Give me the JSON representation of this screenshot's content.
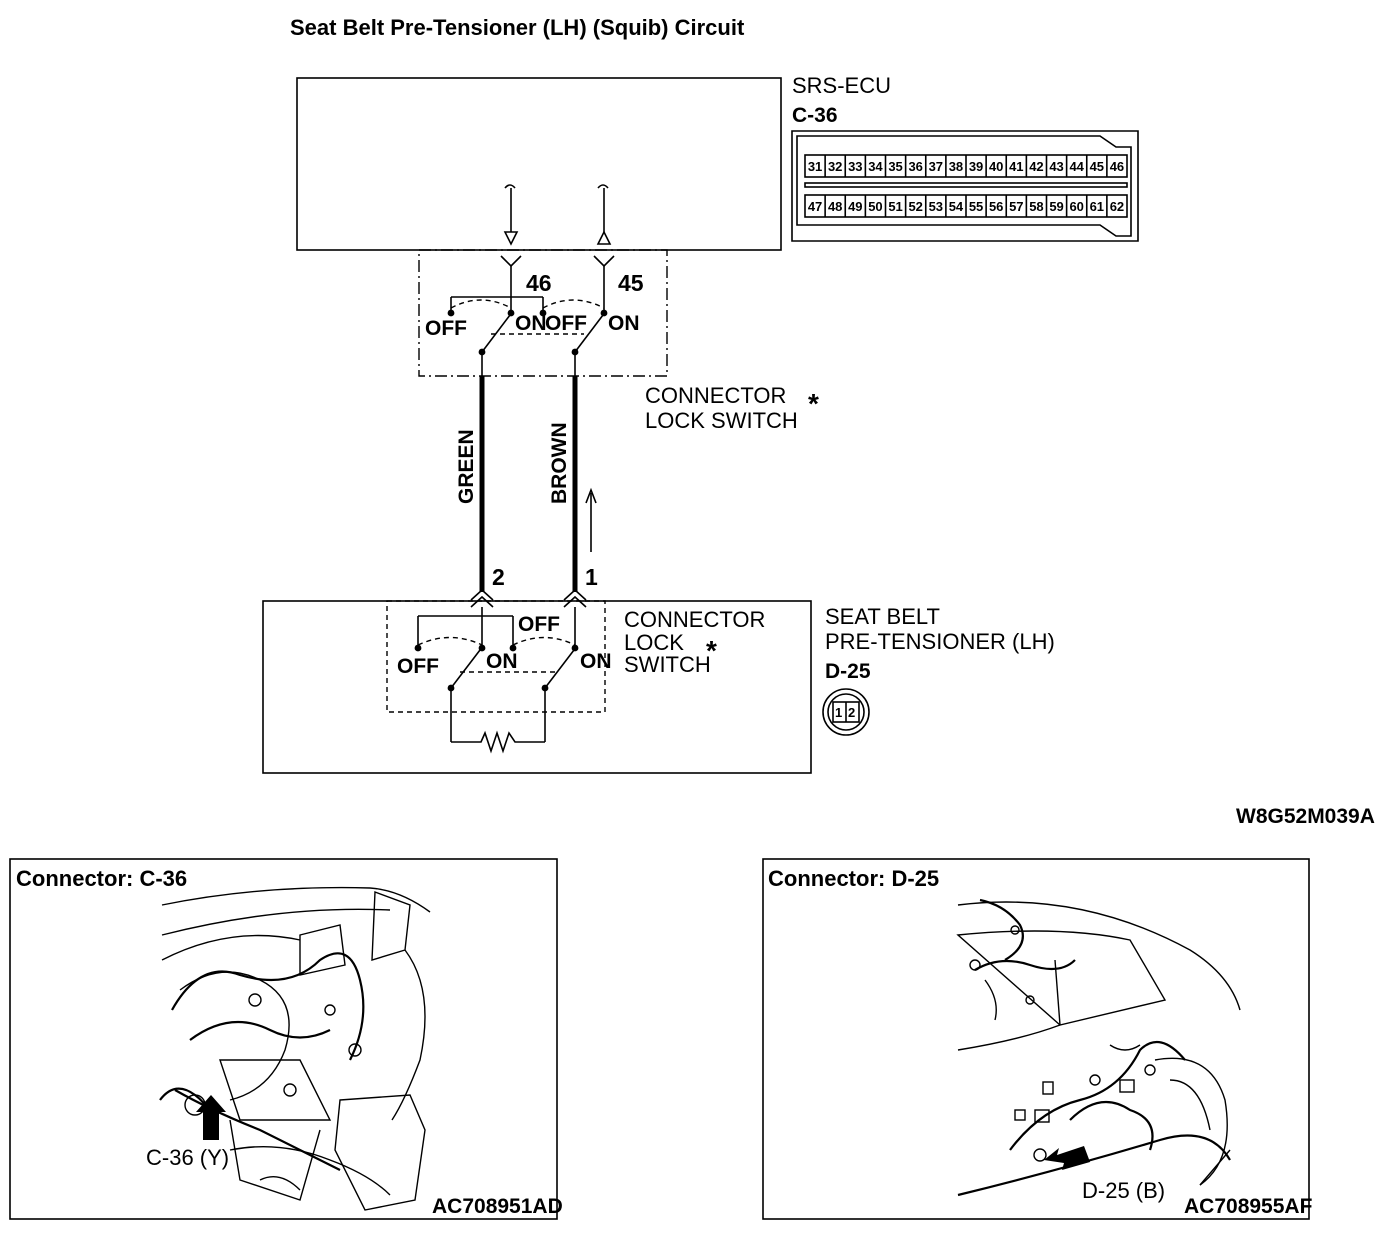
{
  "title": "Seat Belt Pre-Tensioner (LH) (Squib) Circuit",
  "ecu": {
    "name": "SRS-ECU",
    "connector_id": "C-36",
    "pins_row1": [
      "31",
      "32",
      "33",
      "34",
      "35",
      "36",
      "37",
      "38",
      "39",
      "40",
      "41",
      "42",
      "43",
      "44",
      "45",
      "46"
    ],
    "pins_row2": [
      "47",
      "48",
      "49",
      "50",
      "51",
      "52",
      "53",
      "54",
      "55",
      "56",
      "57",
      "58",
      "59",
      "60",
      "61",
      "62"
    ]
  },
  "ecu_terminals": {
    "left": "46",
    "right": "45"
  },
  "lock_switch_top": {
    "label_line1": "CONNECTOR",
    "label_line2": "LOCK SWITCH",
    "asterisk": "*"
  },
  "switch_states": {
    "off": "OFF",
    "on": "ON"
  },
  "wires": {
    "left": "GREEN",
    "right": "BROWN"
  },
  "pretensioner_terminals": {
    "left": "2",
    "right": "1"
  },
  "lock_switch_bottom": {
    "line1": "CONNECTOR",
    "line2": "LOCK",
    "line3": "SWITCH",
    "asterisk": "*"
  },
  "pretensioner": {
    "line1": "SEAT BELT",
    "line2": "PRE-TENSIONER (LH)",
    "connector_id": "D-25",
    "pin_a": "1",
    "pin_b": "2"
  },
  "figure_code": "W8G52M039A",
  "panel_left": {
    "title": "Connector: C-36",
    "callout": "C-36 (Y)",
    "code": "AC708951AD"
  },
  "panel_right": {
    "title": "Connector: D-25",
    "callout": "D-25 (B)",
    "code": "AC708955AF"
  }
}
